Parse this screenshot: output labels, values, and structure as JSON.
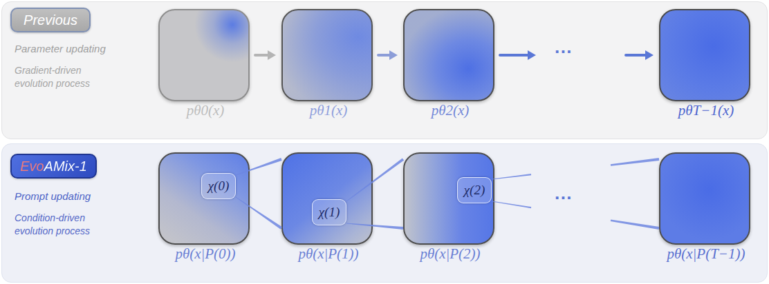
{
  "diagram": {
    "nodes": [
      {
        "text": [
          "Parameter updating",
          "Gradient-driven evolution process"
        ]
      },
      {
        "text": [
          "Previous"
        ],
        "in": 0
      },
      {
        "text": [
          "pθ0(x)"
        ],
        "in": 0
      },
      {
        "text": [
          "pθ1(x)"
        ],
        "in": 0
      },
      {
        "text": [
          "pθ2(x)"
        ],
        "in": 0
      },
      {
        "text": [
          "pθT−1(x)"
        ],
        "in": 0
      },
      {
        "text": [
          "Prompt updating",
          "Condition-driven evolution process"
        ]
      },
      {
        "text": [
          "EvoAMix-1"
        ],
        "in": 6
      },
      {
        "text": [
          "pθ(x|P(0))"
        ],
        "in": 6
      },
      {
        "text": [
          "χ(0)"
        ],
        "in": 8
      },
      {
        "text": [
          "pθ(x|P(1))"
        ],
        "in": 6
      },
      {
        "text": [
          "χ(1)"
        ],
        "in": 10
      },
      {
        "text": [
          "pθ(x|P(2))"
        ],
        "in": 6
      },
      {
        "text": [
          "χ(2)"
        ],
        "in": 12
      },
      {
        "text": [
          "pθ(x|P(T−1))"
        ],
        "in": 6
      }
    ],
    "edges": [
      {
        "from": 2,
        "to": 3,
        "arrow": "to"
      },
      {
        "from": 3,
        "to": 4,
        "arrow": "to"
      },
      {
        "from": 4,
        "to": 5,
        "arrow": "to"
      },
      {
        "from": 9,
        "to": 10,
        "arrow": "none"
      },
      {
        "from": 11,
        "to": 12,
        "arrow": "none"
      },
      {
        "from": 13,
        "to": 14,
        "arrow": "none"
      }
    ],
    "labels": [
      "···",
      "···"
    ]
  }
}
